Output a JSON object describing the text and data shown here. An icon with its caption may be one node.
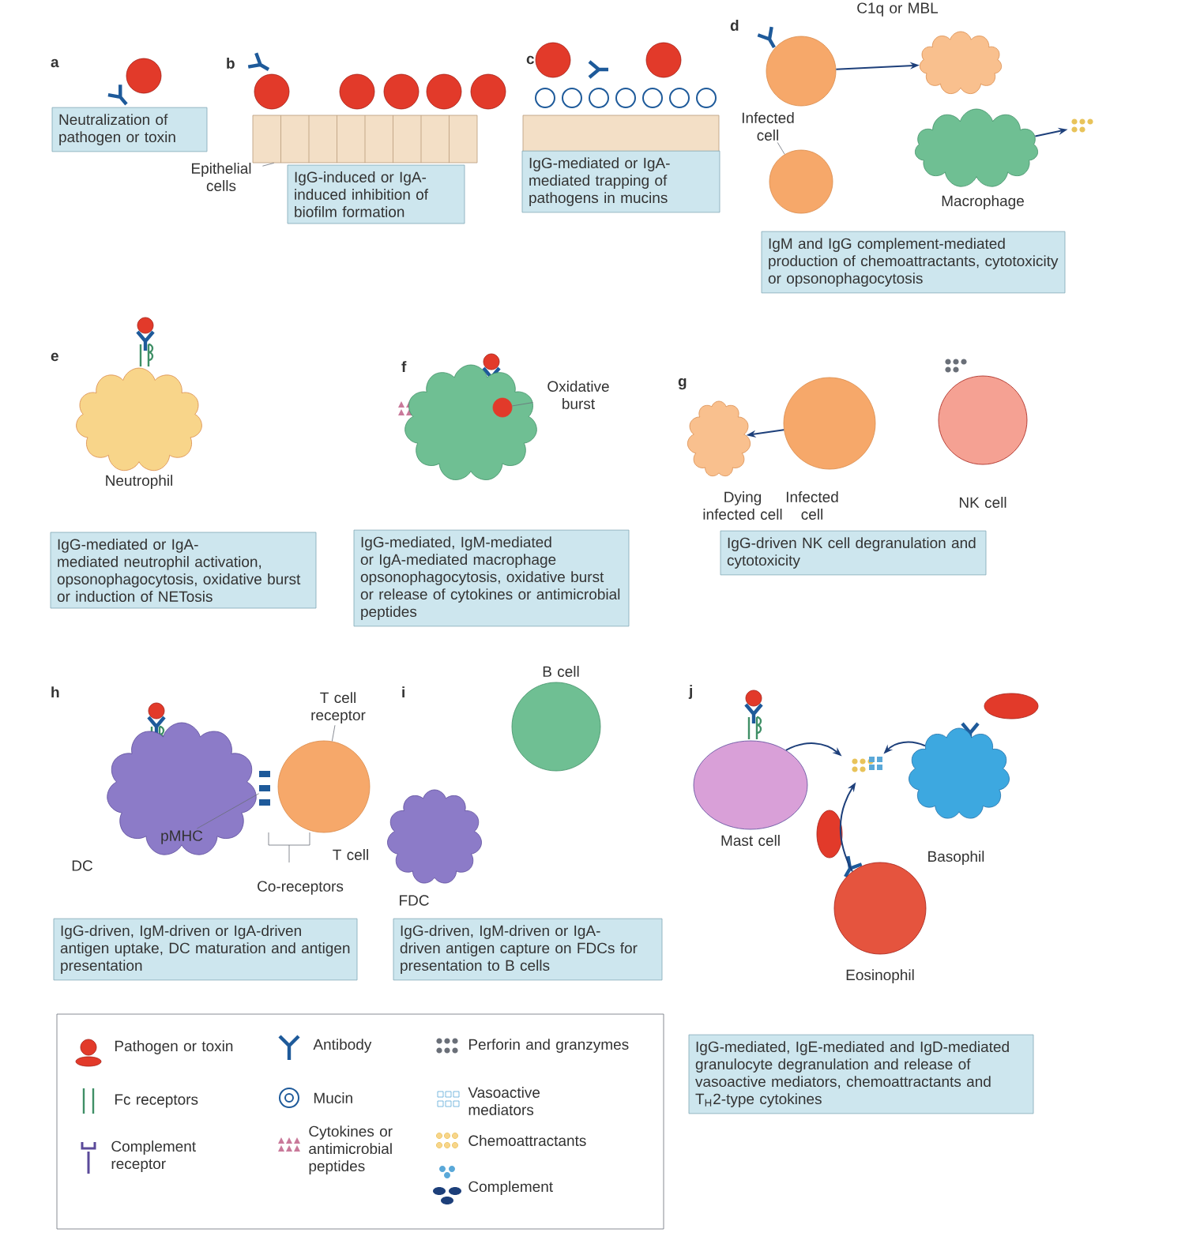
{
  "diagram": {
    "nodes": [
      {
        "text": [
          "Neutralization of pathogen or toxin"
        ]
      },
      {
        "text": [
          "IgG-induced or IgA-induced inhibition of biofilm formation"
        ]
      },
      {
        "text": [
          "IgG-mediated or IgA-mediated trapping of pathogens in mucins"
        ]
      },
      {
        "text": [
          "IgM and IgG complement-mediated production of chemoattractants, cytotoxicity or opsonophagocytosis"
        ]
      },
      {
        "text": [
          "IgG-mediated or IgA-mediated neutrophil activation, opsonophagocytosis, oxidative burst or induction of NETosis"
        ]
      },
      {
        "text": [
          "IgG-mediated, IgM-mediated or IgA-mediated macrophage opsonophagocytosis, oxidative burst or release of cytokines or antimicrobial peptides"
        ]
      },
      {
        "text": [
          "IgG-driven NK cell degranulation and cytotoxicity"
        ]
      },
      {
        "text": [
          "IgG-driven, IgM-driven or IgA-driven antigen uptake, DC maturation and antigen presentation"
        ]
      },
      {
        "text": [
          "IgG-driven, IgM-driven or IgA-driven antigen capture on FDCs for presentation to B cells"
        ]
      },
      {
        "text": [
          "IgG-mediated, IgE-mediated and IgD-mediated granulocyte degranulation and release of vasoactive mediators, chemoattractants and T$_{H}$2-type cytokines"
        ]
      },
      {
        "text": [],
        "shape": "circle"
      },
      {
        "text": [],
        "shape": "cloud"
      },
      {
        "text": [
          "Macrophage"
        ]
      },
      {
        "text": [],
        "shape": "picture"
      },
      {
        "text": [
          "Infected cell"
        ]
      },
      {
        "text": [],
        "shape": "circle"
      },
      {
        "text": [],
        "shape": "box"
      },
      {
        "text": [
          "Epithelial cells"
        ]
      },
      {
        "text": [
          "Neutrophil"
        ]
      },
      {
        "text": [],
        "shape": "cloud"
      },
      {
        "text": [
          "Oxidative burst"
        ]
      },
      {
        "text": [],
        "shape": "circle",
        "in": 19
      },
      {
        "text": [
          "Dying infected cell"
        ]
      },
      {
        "text": [
          "Infected cell"
        ]
      },
      {
        "text": [
          "NK cell"
        ]
      },
      {
        "text": [
          "DC"
        ]
      },
      {
        "text": [
          "pMHC"
        ],
        "in": 25
      },
      {
        "text": [
          "T cell"
        ]
      },
      {
        "text": [
          "T cell receptor"
        ]
      },
      {
        "text": [
          "B cell"
        ]
      },
      {
        "text": [
          "FDC"
        ]
      },
      {
        "text": [
          "Mast cell"
        ]
      },
      {
        "text": [
          "Basophil"
        ]
      },
      {
        "text": [
          "Eosinophil"
        ]
      },
      {
        "text": [],
        "shape": "picture"
      },
      {
        "text": [],
        "shape": "picture"
      }
    ],
    "edges": [
      {
        "from": 10,
        "to": 11,
        "arrow": "to"
      },
      {
        "from": 12,
        "to": 13,
        "arrow": "to"
      },
      {
        "from": 14,
        "to": 15,
        "arrow": "none"
      },
      {
        "from": 17,
        "to": 16,
        "arrow": "none"
      },
      {
        "from": 20,
        "to": 21,
        "arrow": "none"
      },
      {
        "from": 23,
        "to": 22,
        "arrow": "to"
      },
      {
        "from": 26,
        "to": 35,
        "arrow": "none"
      },
      {
        "from": 28,
        "to": 27,
        "arrow": "none"
      },
      {
        "from": 31,
        "to": 34,
        "arrow": "to"
      },
      {
        "from": 32,
        "to": 34,
        "arrow": "to"
      },
      {
        "from": 33,
        "to": 34,
        "arrow": "to"
      }
    ],
    "labels": [
      "a",
      "b",
      "c",
      "d",
      "C1q or MBL",
      "e",
      "f",
      "g",
      "h",
      "Co-receptors",
      "i",
      "j"
    ],
    "legend": [
      {
        "text": "Pathogen or toxin"
      },
      {
        "text": "Fc receptors"
      },
      {
        "text": "Complement receptor"
      },
      {
        "text": "Antibody"
      },
      {
        "text": "Mucin"
      },
      {
        "text": "Cytokines or antimicrobial peptides"
      },
      {
        "text": "Perforin and granzymes"
      },
      {
        "text": "Vasoactive mediators"
      },
      {
        "text": "Chemoattractants"
      },
      {
        "text": "Complement"
      }
    ]
  }
}
